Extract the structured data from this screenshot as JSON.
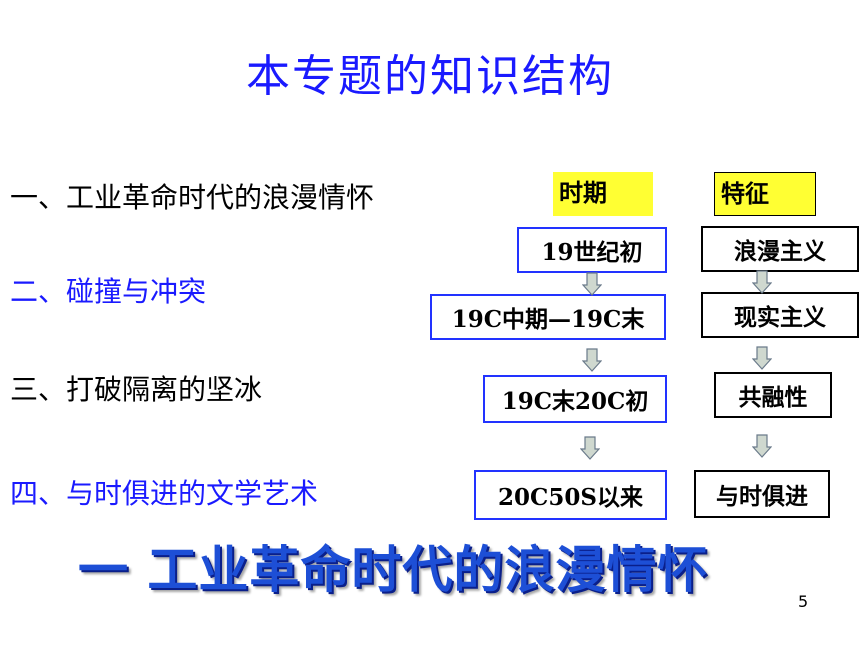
{
  "title": "本专题的知识结构",
  "toc": [
    {
      "label": "一、工业革命时代的浪漫情怀",
      "color": "#000000"
    },
    {
      "label": "二、碰撞与冲突",
      "color": "#1a1aff"
    },
    {
      "label": "三、打破隔离的坚冰",
      "color": "#000000"
    },
    {
      "label": "四、与时俱进的文学艺术",
      "color": "#1a1aff"
    }
  ],
  "headers": {
    "period": "时期",
    "feature": "特征"
  },
  "periods": [
    "19世纪初",
    "19C中期—19C末",
    "19C末20C初",
    "20C50S以来"
  ],
  "features": [
    "浪漫主义",
    "现实主义",
    "共融性",
    "与时俱进"
  ],
  "big_title": "一 工业革命时代的浪漫情怀",
  "page_number": "5",
  "colors": {
    "title": "#1a1aff",
    "period_border": "#2233ff",
    "header_bg": "#ffff33",
    "arrow_fill": "#cfd8cf",
    "arrow_stroke": "#6a7a8a"
  }
}
